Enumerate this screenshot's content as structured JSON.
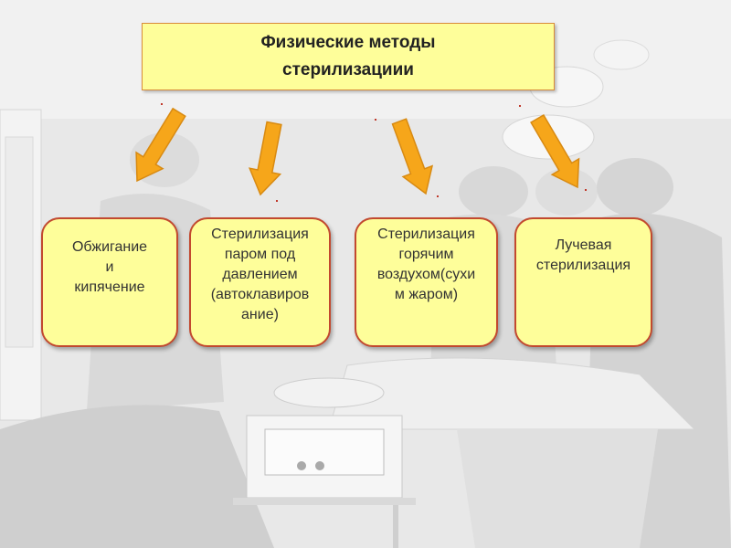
{
  "title": "Физические методы\nстерилизациии",
  "methods": [
    {
      "label": "Обжигание\nи\nкипячение"
    },
    {
      "label": "Стерилизация\nпаром под\nдавлением\n(автоклавиров\nание)"
    },
    {
      "label": "Стерилизация\nгорячим\nвоздухом(сухи\nм жаром)"
    },
    {
      "label": "Лучевая\nстерилизация"
    }
  ],
  "colors": {
    "box_fill": "#fefe9a",
    "box_border": "#c2492f",
    "arrow_fill": "#f6a61a",
    "arrow_stroke": "#d88a12"
  }
}
